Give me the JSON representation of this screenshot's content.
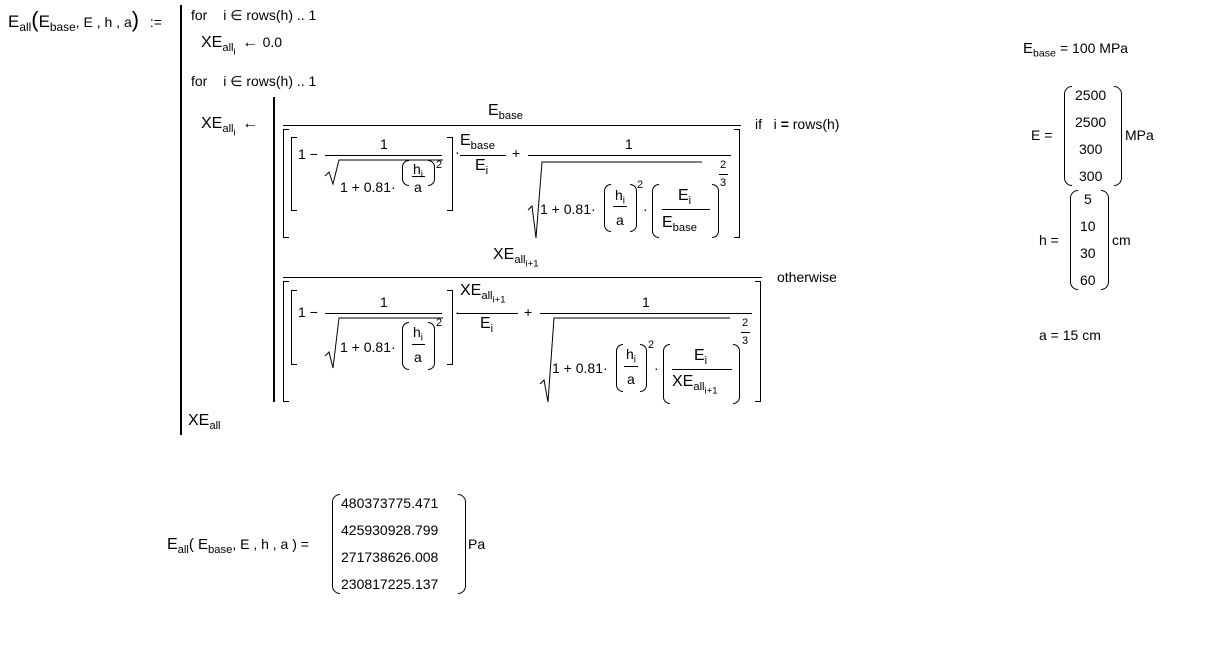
{
  "definition": {
    "fn": "E",
    "fn_sub": "all",
    "arg_open": "(",
    "arg1": "E",
    "arg1_sub": "base",
    "args_rest": ", E , h , a",
    "arg_close": ")",
    "assign": ":="
  },
  "program": {
    "for_kw": "for",
    "loop_text": "i ∈ rows(h) .. 1",
    "xe": "XE",
    "xe_sub": "all",
    "xe_idx": "i",
    "arrow": "←",
    "init_value": "0.0",
    "if_text": "if",
    "if_cond_var": "i",
    "if_cond_eq": "=",
    "if_cond_rhs": "rows(h)",
    "otherwise": "otherwise",
    "return_var": "XE",
    "return_sub": "all"
  },
  "formula": {
    "num_base": "E",
    "num_base_sub": "base",
    "num_prev": "XE",
    "num_prev_sub": "all",
    "num_prev_idx": "i+1",
    "one": "1",
    "minus": "−",
    "plus": "+",
    "dot": "·",
    "sqrt_const": "1 + 0.81",
    "h": "h",
    "h_idx": "i",
    "a": "a",
    "sq": "2",
    "E_i": "E",
    "E_i_sub": "i",
    "exp_num": "2",
    "exp_den": "3"
  },
  "params": {
    "ebase_label": "E",
    "ebase_sub": "base",
    "ebase_value": "= 100 MPa",
    "E_label": "E =",
    "E_values": [
      "2500",
      "2500",
      "300",
      "300"
    ],
    "E_unit": "MPa",
    "h_label": "h =",
    "h_values": [
      "5",
      "10",
      "30",
      "60"
    ],
    "h_unit": "cm",
    "a_text": "a  =  15 cm"
  },
  "result": {
    "fn": "E",
    "fn_sub": "all",
    "args_text": "( E",
    "args_sub": "base",
    "args_rest": ", E , h , a )  =",
    "values": [
      "480373775.471",
      "425930928.799",
      "271738626.008",
      "230817225.137"
    ],
    "unit": "Pa"
  }
}
